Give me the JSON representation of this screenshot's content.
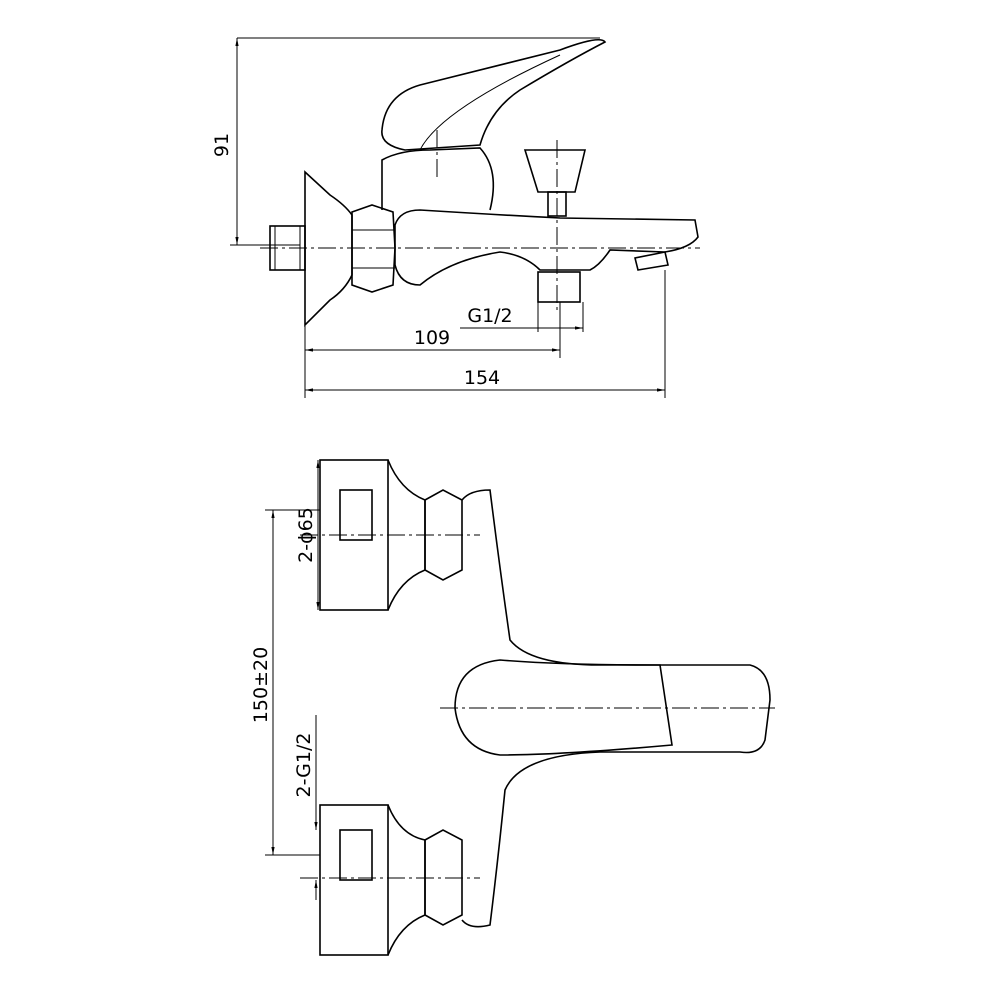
{
  "top_view": {
    "height_dim": "91",
    "outlet_thread": "G1/2",
    "outlet_distance": "109",
    "total_length": "154"
  },
  "bottom_view": {
    "flange_diameter": "2-ϕ65",
    "center_distance": "150±20",
    "inlet_thread": "2-G1/2"
  }
}
